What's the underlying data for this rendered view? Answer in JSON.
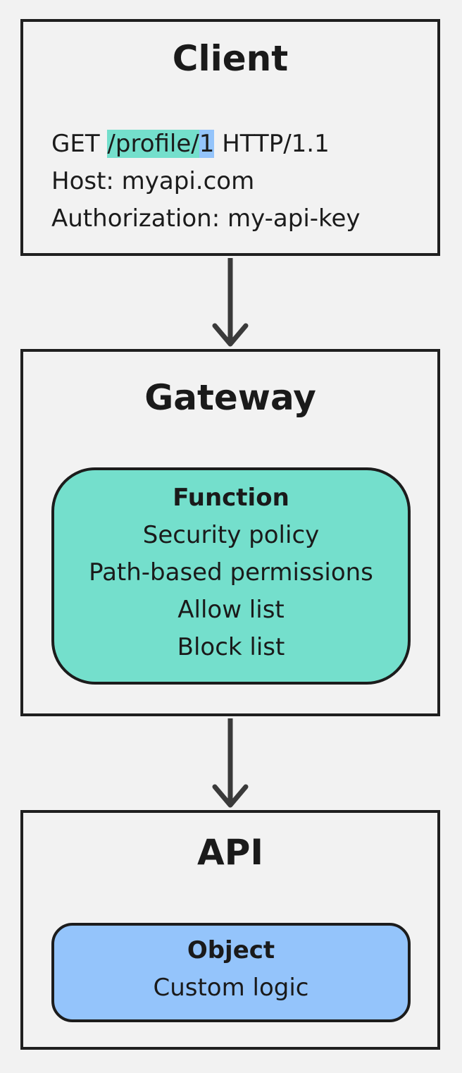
{
  "client": {
    "title": "Client",
    "request": {
      "method": "GET",
      "path_highlight": "/profile/",
      "id_highlight": "1",
      "protocol": "HTTP/1.1",
      "host_line": "Host: myapi.com",
      "auth_line": "Authorization: my-api-key"
    }
  },
  "gateway": {
    "title": "Gateway",
    "card": {
      "title": "Function",
      "lines": [
        "Security policy",
        "Path-based permissions",
        "Allow list",
        "Block list"
      ],
      "color": "#74dfcc"
    }
  },
  "api": {
    "title": "API",
    "card": {
      "title": "Object",
      "lines": [
        "Custom logic"
      ],
      "color": "#94c4fb"
    }
  },
  "colors": {
    "background": "#f2f2f2",
    "border": "#1f1f1f",
    "path_highlight": "#74dfcc",
    "id_highlight": "#94c4fb"
  }
}
